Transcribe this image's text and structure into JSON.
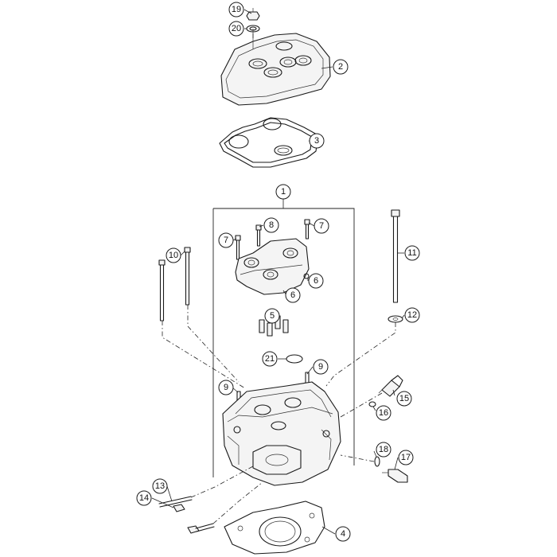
{
  "callouts": [
    {
      "num": "1"
    },
    {
      "num": "2"
    },
    {
      "num": "3"
    },
    {
      "num": "4"
    },
    {
      "num": "5"
    },
    {
      "num": "6"
    },
    {
      "num": "6"
    },
    {
      "num": "7"
    },
    {
      "num": "7"
    },
    {
      "num": "8"
    },
    {
      "num": "9"
    },
    {
      "num": "9"
    },
    {
      "num": "10"
    },
    {
      "num": "11"
    },
    {
      "num": "12"
    },
    {
      "num": "13"
    },
    {
      "num": "14"
    },
    {
      "num": "15"
    },
    {
      "num": "16"
    },
    {
      "num": "17"
    },
    {
      "num": "18"
    },
    {
      "num": "19"
    },
    {
      "num": "20"
    },
    {
      "num": "21"
    }
  ]
}
